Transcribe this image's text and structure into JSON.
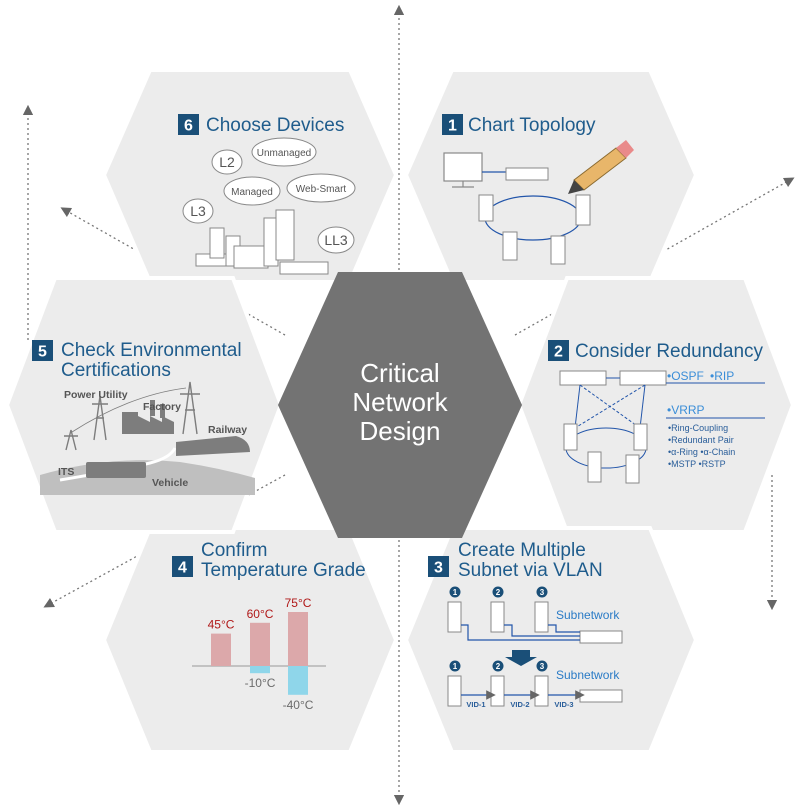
{
  "center": {
    "line1": "Critical",
    "line2": "Network",
    "line3": "Design"
  },
  "steps": [
    {
      "num": "1",
      "title": "Chart Topology"
    },
    {
      "num": "2",
      "title": "Consider Redundancy"
    },
    {
      "num": "3",
      "title_line1": "Create Multiple",
      "title_line2": "Subnet via VLAN"
    },
    {
      "num": "4",
      "title_line1": "Confirm",
      "title_line2": "Temperature Grade"
    },
    {
      "num": "5",
      "title_line1": "Check Environmental",
      "title_line2": "Certifications"
    },
    {
      "num": "6",
      "title": "Choose Devices"
    }
  ],
  "redundancy": {
    "protocols_top": [
      "•OSPF",
      "•RIP"
    ],
    "protocol_vrrp": "•VRRP",
    "methods": [
      "•Ring-Coupling",
      "•Redundant Pair",
      "•α-Ring •α-Chain",
      "•MSTP •RSTP"
    ]
  },
  "vlan": {
    "subnetwork_label": "Subnetwork",
    "nums": [
      "1",
      "2",
      "3"
    ],
    "vids": [
      "VID-1",
      "VID-2",
      "VID-3"
    ]
  },
  "temperature": {
    "bars": [
      {
        "high": 45,
        "high_label": "45°C",
        "low": 0,
        "low_label": ""
      },
      {
        "high": 60,
        "high_label": "60°C",
        "low": -10,
        "low_label": "-10°C"
      },
      {
        "high": 75,
        "high_label": "75°C",
        "low": -40,
        "low_label": "-40°C"
      }
    ]
  },
  "environment": {
    "labels": [
      "Power Utility",
      "Factory",
      "Railway",
      "ITS",
      "Vehicle"
    ]
  },
  "devices": {
    "bubbles": [
      "Unmanaged",
      "Managed",
      "Web-Smart"
    ],
    "layers": [
      "L2",
      "L3",
      "LL3"
    ]
  },
  "colors": {
    "hex_light": "#ececec",
    "hex_center": "#737373",
    "accent_blue": "#1f5c8c",
    "badge": "#1a4f78",
    "warm_bar": "#dca8aa",
    "cold_bar": "#8fd6ea"
  }
}
